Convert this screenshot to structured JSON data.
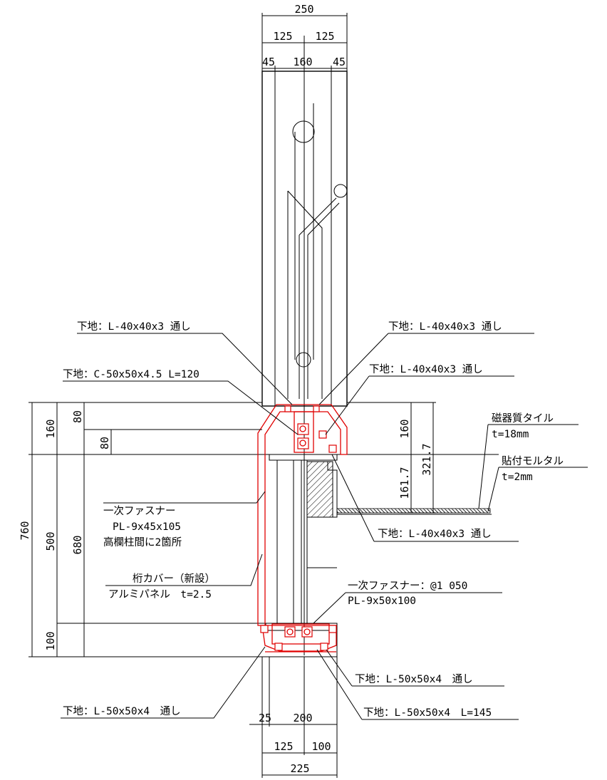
{
  "dimensions": {
    "top_total": "250",
    "top_left_half": "125",
    "top_right_half": "125",
    "top_left_edge": "45",
    "top_center": "160",
    "top_right_edge": "45",
    "left_total": "760",
    "left_top": "160",
    "left_mid": "500",
    "left_bottom": "100",
    "inner_80_a": "80",
    "inner_80_b": "80",
    "inner_680": "680",
    "right_160": "160",
    "right_161_7": "161.7",
    "right_321_7": "321.7",
    "bottom_25": "25",
    "bottom_200": "200",
    "bottom_125": "125",
    "bottom_100": "100",
    "bottom_total": "225"
  },
  "labels": {
    "l1": "下地：L-40x40x3 通し",
    "l2": "下地：C-50x50x4.5 L=120",
    "l3": "下地：L-40x40x3 通し",
    "l4": "下地：L-40x40x3 通し",
    "tile_name": "磁器質タイル",
    "tile_t": "t=18mm",
    "mortar_name": "貼付モルタル",
    "mortar_t": "t=2mm",
    "fastener1_name": "一次ファスナー",
    "fastener1_spec": "PL-9x45x105",
    "fastener1_note": "高欄柱間に2箇所",
    "l5": "下地：L-40x40x3 通し",
    "cover_name": "桁カバー（新設）",
    "cover_spec": "アルミパネル　t=2.5",
    "fastener2_name": "一次ファスナー：@1 050",
    "fastener2_spec": "PL-9x50x100",
    "l6": "下地：L-50x50x4　通し",
    "l7": "下地：L-50x50x4　通し",
    "l8": "下地：L-50x50x4　L=145"
  },
  "colors": {
    "linework": "#000000",
    "new_work": "#e00000",
    "background": "#ffffff"
  }
}
